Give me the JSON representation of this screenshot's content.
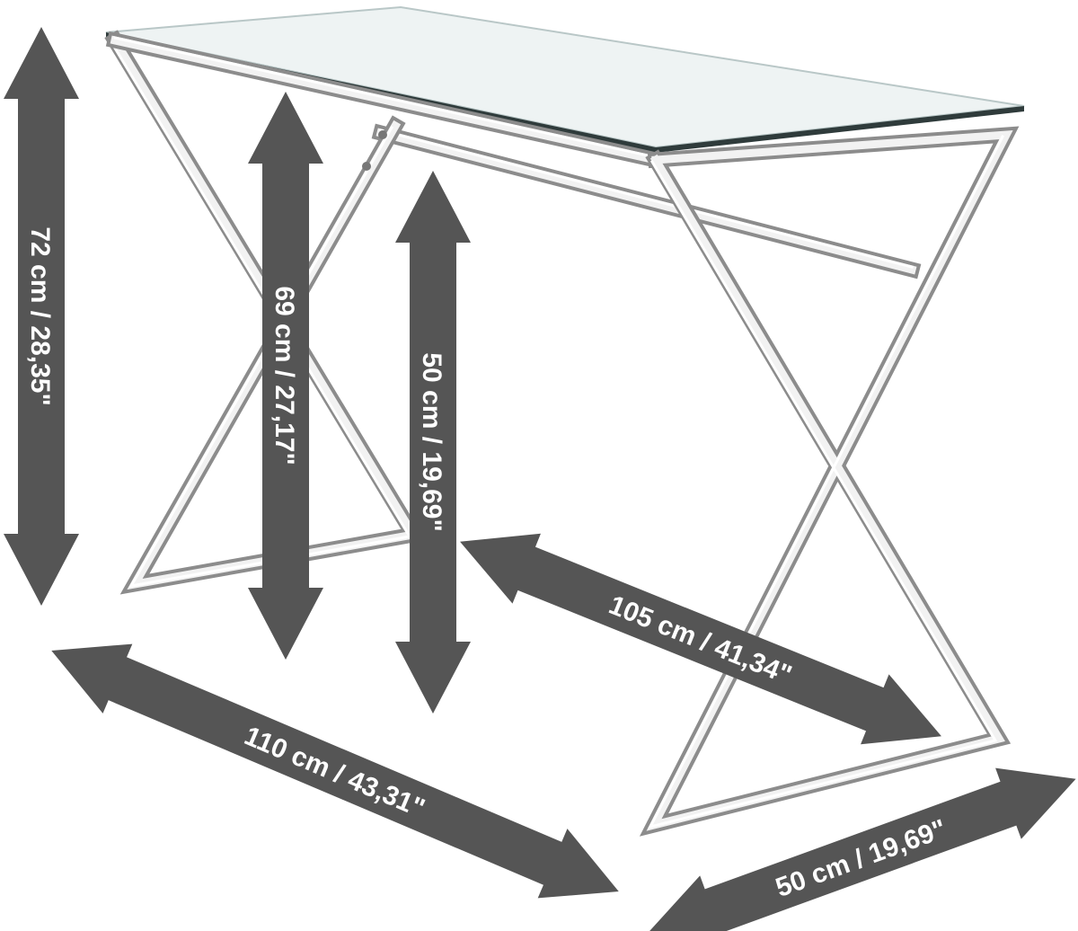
{
  "dimensions": {
    "total_height": "72 cm / 28,35\"",
    "frame_height": "69 cm / 27,17\"",
    "knee_height": "50 cm / 19,69\"",
    "inner_width": "105 cm / 41,34\"",
    "total_width": "110 cm / 43,31\"",
    "depth": "50 cm / 19,69\""
  },
  "colors": {
    "arrow": "#555555",
    "label": "#ffffff",
    "chrome": "#8c8c8c",
    "background": "#ffffff"
  }
}
